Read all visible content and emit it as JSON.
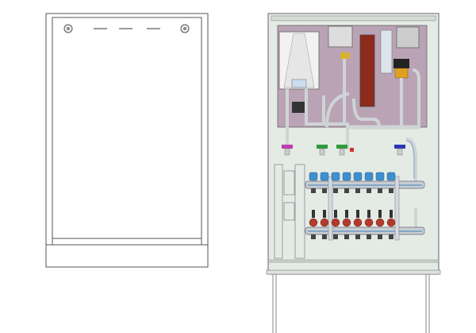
{
  "drawing": {
    "views": [
      "closed-cabinet-front",
      "open-cabinet-front"
    ],
    "manifold_circuits": 8,
    "colors": {
      "outline": "#555555",
      "panel": "#b9a3b5",
      "cabinet_interior": "#e4ebe4",
      "supply_valve": "#3f8fd0",
      "return_valve": "#b33a2e",
      "heat_exchanger": "#8c2a1c",
      "valve_magenta": "#c03cb0",
      "valve_green": "#2e9a3c",
      "valve_blue": "#2a35b8",
      "mixing_valve": "#e0a020",
      "pipe": "#cfd4d6"
    }
  }
}
